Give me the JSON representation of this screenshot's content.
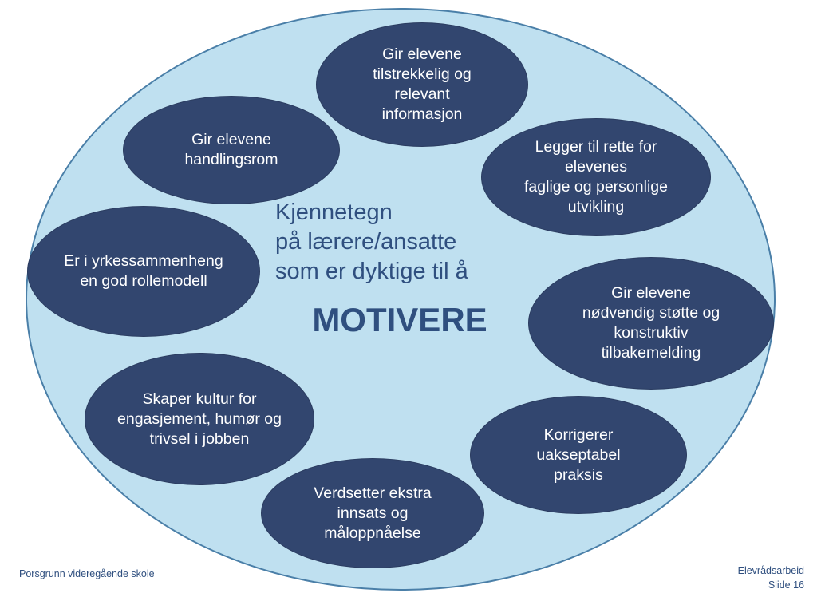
{
  "center": {
    "lines": [
      "Kjennetegn",
      "på lærere/ansatte",
      "som er dyktige til å"
    ],
    "keyword": "MOTIVERE"
  },
  "colors": {
    "backdrop": "#bfe0f0",
    "backdrop_border": "#4a7fa8",
    "node_fill": "#32466f",
    "node_text": "#ffffff",
    "center_text": "#2f4f7f"
  },
  "nodes": [
    {
      "id": "informasjon",
      "text": "Gir elevene\ntilstrekkelig og\nrelevant\ninformasjon"
    },
    {
      "id": "handlingsrom",
      "text": "Gir elevene\nhandlingsrom"
    },
    {
      "id": "utvikling",
      "text": "Legger til rette for\nelevenes\nfaglige og personlige\nutvikling"
    },
    {
      "id": "rollemodell",
      "text": "Er i yrkessammenheng\nen god rollemodell"
    },
    {
      "id": "tilbakemelding",
      "text": "Gir elevene\nnødvendig støtte og\nkonstruktiv\ntilbakemelding"
    },
    {
      "id": "kultur",
      "text": "Skaper kultur for\nengasjement, humør og\ntrivsel i jobben"
    },
    {
      "id": "korrigerer",
      "text": "Korrigerer\nuakseptabel\npraksis"
    },
    {
      "id": "verdsetter",
      "text": "Verdsetter ekstra\ninnsats og\nmåloppnåelse"
    }
  ],
  "footer": {
    "left": "Porsgrunn videregående skole",
    "right_title": "Elevrådsarbeid",
    "right_slide": "Slide 16"
  }
}
